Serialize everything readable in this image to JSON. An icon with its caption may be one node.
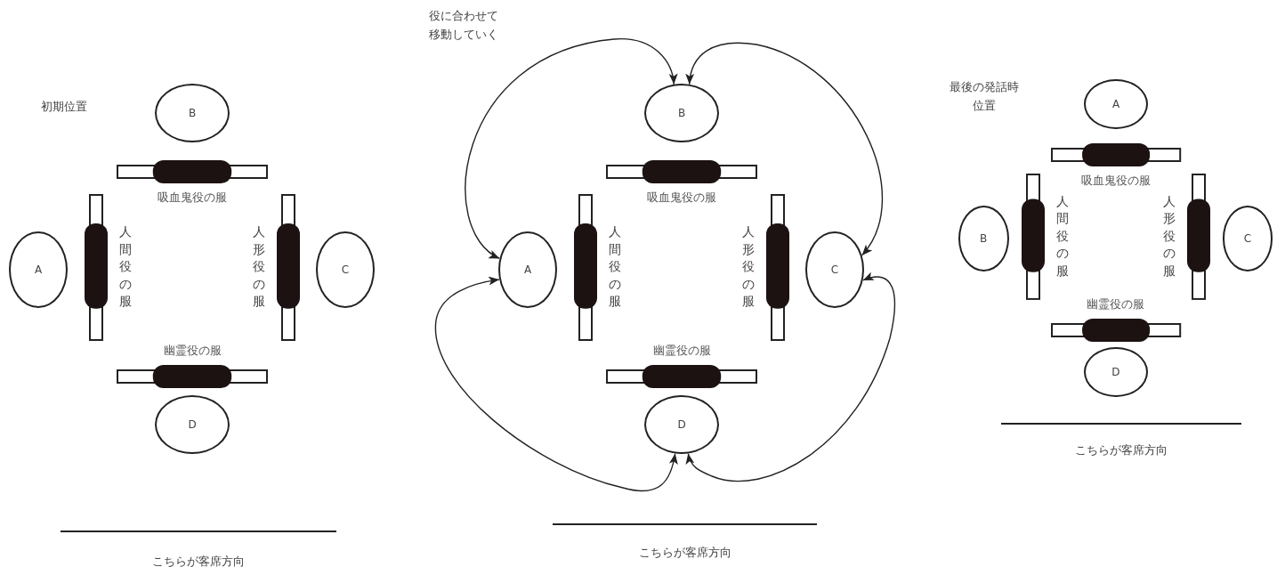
{
  "diagram": {
    "nodes": [
      {
        "text": [
          "B"
        ]
      },
      {
        "text": [
          "吸血鬼役の服"
        ]
      },
      {
        "text": [
          "A"
        ]
      },
      {
        "text": [
          "人間役の服"
        ]
      },
      {
        "text": [
          "人形役の服"
        ]
      },
      {
        "text": [
          "C"
        ]
      },
      {
        "text": [
          "幽霊役の服"
        ]
      },
      {
        "text": [
          "D"
        ]
      },
      {
        "text": [
          "B"
        ]
      },
      {
        "text": [
          "吸血鬼役の服"
        ]
      },
      {
        "text": [
          "A"
        ]
      },
      {
        "text": [
          "人間役の服"
        ]
      },
      {
        "text": [
          "人形役の服"
        ]
      },
      {
        "text": [
          "C"
        ]
      },
      {
        "text": [
          "幽霊役の服"
        ]
      },
      {
        "text": [
          "D"
        ]
      },
      {
        "text": [
          "A"
        ]
      },
      {
        "text": [
          "吸血鬼役の服"
        ]
      },
      {
        "text": [
          "B"
        ]
      },
      {
        "text": [
          "人間役の服"
        ]
      },
      {
        "text": [
          "人形役の服"
        ]
      },
      {
        "text": [
          "C"
        ]
      },
      {
        "text": [
          "幽霊役の服"
        ]
      },
      {
        "text": [
          "D"
        ]
      }
    ],
    "edges": [
      {
        "from": 10,
        "to": 8,
        "arrow": "both"
      },
      {
        "from": 8,
        "to": 13,
        "arrow": "both"
      },
      {
        "from": 13,
        "to": 15,
        "arrow": "both"
      },
      {
        "from": 15,
        "to": 10,
        "arrow": "both"
      }
    ],
    "labels": [
      "初期位置",
      "こちらが客席方向",
      "役に合わせて移動していく",
      "こちらが客席方向",
      "最後の発話時位置",
      "こちらが客席方向"
    ]
  }
}
